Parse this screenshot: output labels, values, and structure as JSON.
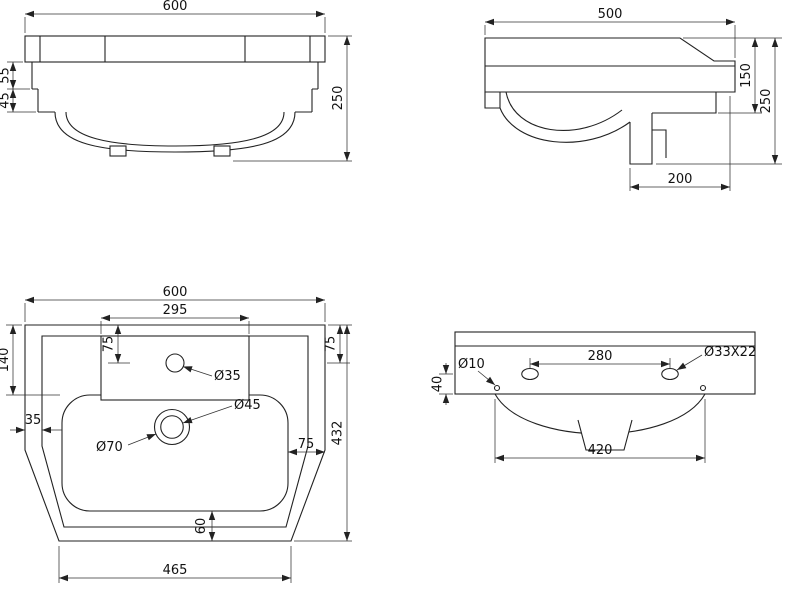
{
  "views": {
    "front": {
      "width": "600",
      "height": "250",
      "rim": "55",
      "apron": "45"
    },
    "side": {
      "depth": "500",
      "back_height": "150",
      "height": "250",
      "ledge": "200"
    },
    "plan": {
      "width": "600",
      "platform": "295",
      "tap_left": "75",
      "tap_right": "75",
      "back_ledge": "140",
      "rim_wall": "35",
      "tap_hole": "Ø35",
      "drain_inner": "Ø45",
      "drain_outer": "Ø70",
      "side_margin": "75",
      "depth": "432",
      "front_lip": "60",
      "front_width": "465"
    },
    "rear": {
      "spacing": "280",
      "fixing": "Ø10",
      "slot": "Ø33X22",
      "height": "40",
      "width": "420"
    }
  }
}
